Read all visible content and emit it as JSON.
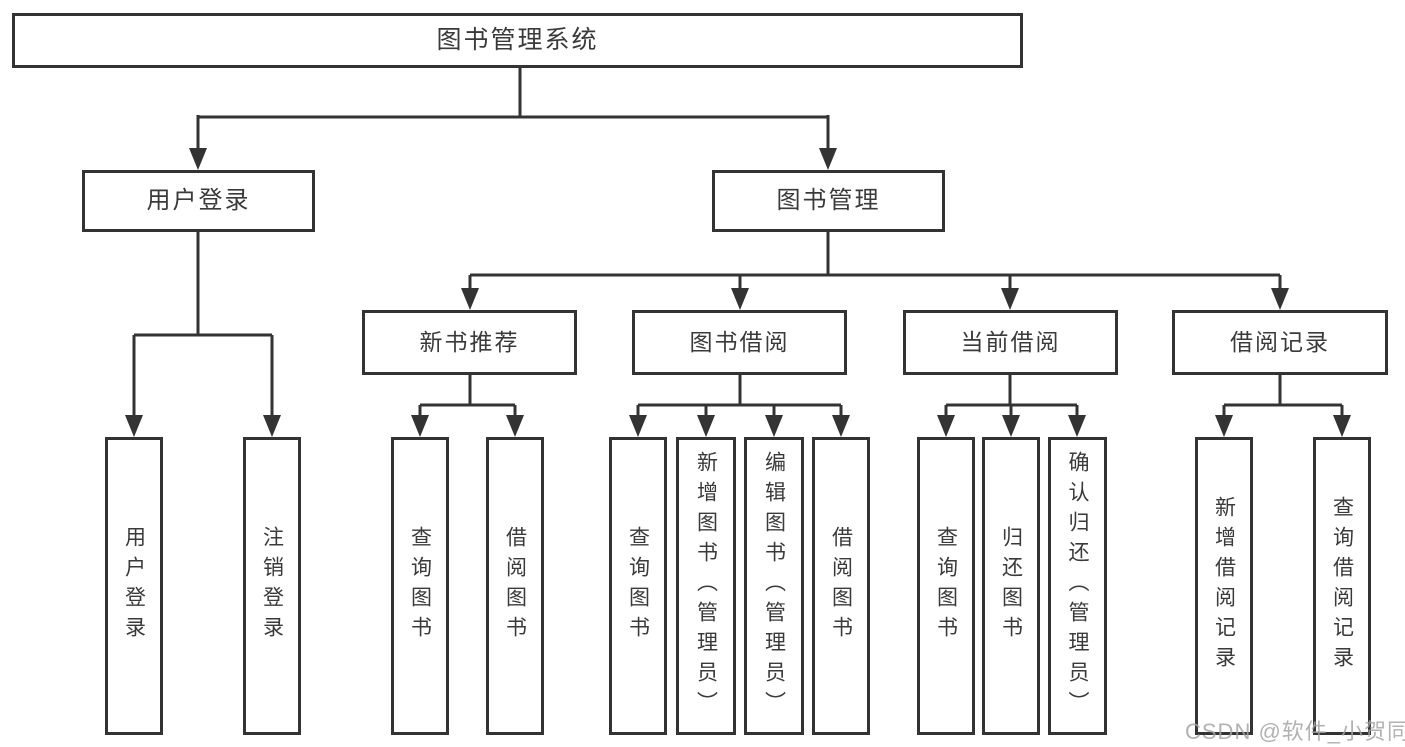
{
  "diagram": {
    "type": "hierarchy-tree",
    "tree": {
      "label": "图书管理系统",
      "children": [
        {
          "label": "用户登录",
          "children": [
            {
              "label": "用户登录"
            },
            {
              "label": "注销登录"
            }
          ]
        },
        {
          "label": "图书管理",
          "children": [
            {
              "label": "新书推荐",
              "children": [
                {
                  "label": "查询图书"
                },
                {
                  "label": "借阅图书"
                }
              ]
            },
            {
              "label": "图书借阅",
              "children": [
                {
                  "label": "查询图书"
                },
                {
                  "label": "新增图书（管理员）"
                },
                {
                  "label": "编辑图书（管理员）"
                },
                {
                  "label": "借阅图书"
                }
              ]
            },
            {
              "label": "当前借阅",
              "children": [
                {
                  "label": "查询图书"
                },
                {
                  "label": "归还图书"
                },
                {
                  "label": "确认归还（管理员）"
                }
              ]
            },
            {
              "label": "借阅记录",
              "children": [
                {
                  "label": "新增借阅记录"
                },
                {
                  "label": "查询借阅记录"
                }
              ]
            }
          ]
        }
      ]
    },
    "colors": {
      "line": "#333333",
      "box_border": "#333333",
      "box_background": "#ffffff",
      "text": "#3a3a3a",
      "watermark": "#a5a5a5",
      "page_background": "#ffffff"
    }
  },
  "watermark": {
    "text": "CSDN @软件_小贺同学"
  }
}
